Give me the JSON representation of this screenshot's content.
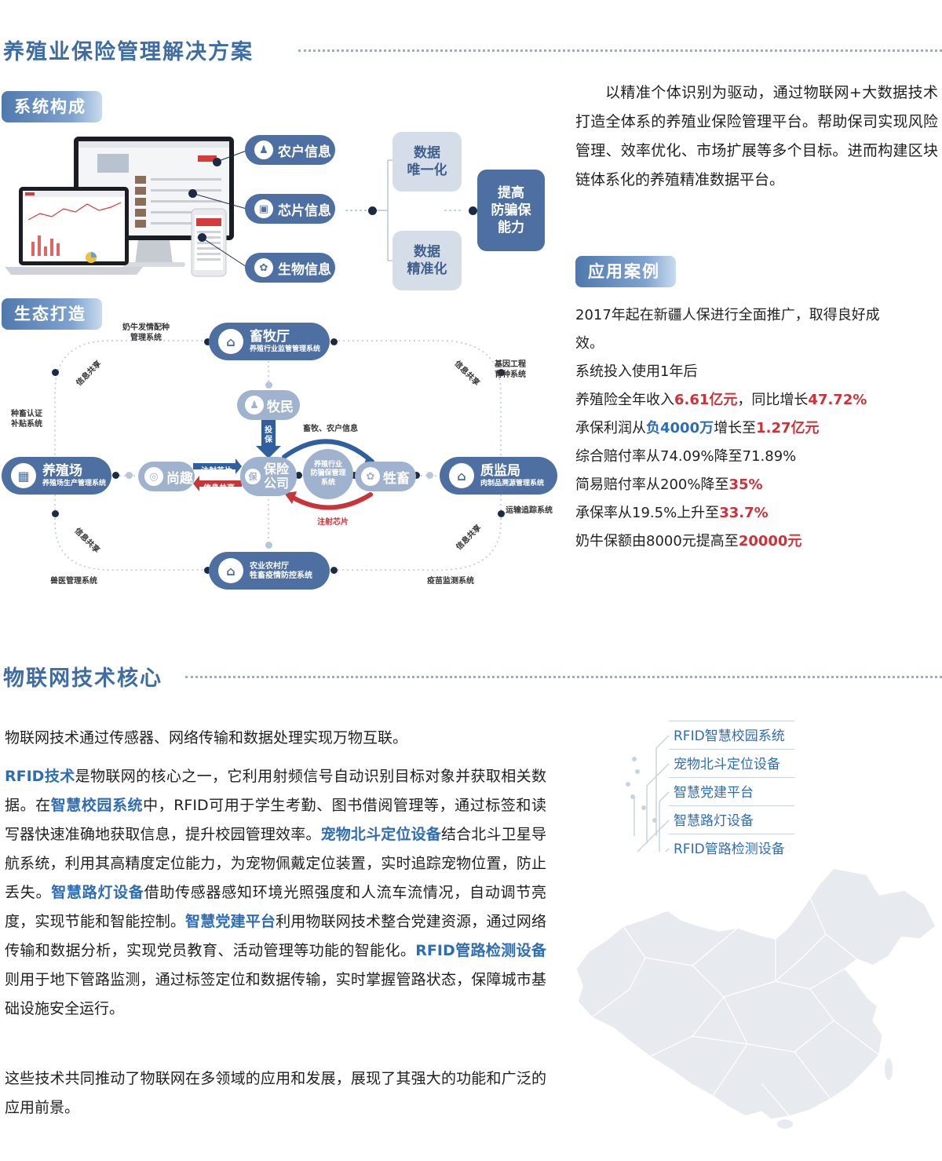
{
  "section1": {
    "title": "养殖业保险管理解决方案",
    "tag_system": "系统构成",
    "tag_eco": "生态打造",
    "tag_cases": "应用案例",
    "pills": {
      "farmer": "农户信息",
      "chip": "芯片信息",
      "bio": "生物信息"
    },
    "data_unique": "数据\n唯一化",
    "data_precise": "数据\n精准化",
    "anti_fraud": "提高\n防骗保\n能力",
    "intro": "以精准个体识别为驱动，通过物联网+大数据技术打造全体系的养殖业保险管理平台。帮助保司实现风险管理、效率优化、市场扩展等多个目标。进而构建区块链体系化的养殖精准数据平台。"
  },
  "eco": {
    "xumu_title": "畜牧厅",
    "xumu_sub": "养殖行业监管管理系统",
    "nong_title": "农业农村厅",
    "nong_sub": "牲畜疫情防控系统",
    "yangzhi_title": "养殖场",
    "yangzhi_sub": "养殖场生产管理系统",
    "zhijian_title": "质监局",
    "zhijian_sub": "肉制品溯源管理系统",
    "shangqu": "尚趣",
    "muming": "牧民",
    "baoxian": "保险\n公司",
    "shengchu": "牲畜",
    "center": "养殖行业\n防骗保管理\n系统",
    "toubao": "投\n保",
    "xumu_nonghu": "畜牧、农户信息",
    "zhushe_top": "注射芯片",
    "xinxi_bottom": "信息共享",
    "zhushe_red": "注射芯片",
    "share_tl": "信息共享",
    "share_tr": "信息共享",
    "share_bl": "信息共享",
    "share_br": "信息共享",
    "lbl_cow": "奶牛发情配种\n管理系统",
    "lbl_gene": "基因工程\n育种系统",
    "lbl_breed": "种畜认证\n补贴系统",
    "lbl_transport": "运输追踪系统",
    "lbl_vet": "兽医管理系统",
    "lbl_vaccine": "疫苗监测系统",
    "badge_bao": "保"
  },
  "cases": {
    "l1": "2017年起在新疆人保进行全面推广，取得良好成",
    "l2": "效。",
    "l3": "系统投入使用1年后",
    "l4a": "养殖险全年收入",
    "l4b": "6.61亿元",
    "l4c": "，同比增长",
    "l4d": "47.72%",
    "l5a": "承保利润从",
    "l5b": "负4000万",
    "l5c": "增长至",
    "l5d": "1.27亿元",
    "l6": "综合赔付率从74.09%降至71.89%",
    "l7a": "简易赔付率从200%降至",
    "l7b": "35%",
    "l8a": "承保率从19.5%上升至",
    "l8b": "33.7%",
    "l9a": "奶牛保额由8000元提高至",
    "l9b": "20000元"
  },
  "section2": {
    "title": "物联网技术核心",
    "p1": "物联网技术通过传感器、网络传输和数据处理实现万物互联。",
    "p2": [
      {
        "t": "RFID技术",
        "h": true
      },
      {
        "t": "是物联网的核心之一，它利用射频信号自动识别目标对象并获取相关数据。在",
        "h": false
      },
      {
        "t": "智慧校园系统",
        "h": true
      },
      {
        "t": "中，RFID可用于学生考勤、图书借阅管理等，通过标签和读写器快速准确地获取信息，提升校园管理效率。",
        "h": false
      },
      {
        "t": "宠物北斗定位设备",
        "h": true
      },
      {
        "t": "结合北斗卫星导航系统，利用其高精度定位能力，为宠物佩戴定位装置，实时追踪宠物位置，防止丢失。",
        "h": false
      },
      {
        "t": "智慧路灯设备",
        "h": true
      },
      {
        "t": "借助传感器感知环境光照强度和人流车流情况，自动调节亮度，实现节能和智能控制。",
        "h": false
      },
      {
        "t": "智慧党建平台",
        "h": true
      },
      {
        "t": "利用物联网技术整合党建资源，通过网络传输和数据分析，实现党员教育、活动管理等功能的智能化。",
        "h": false
      },
      {
        "t": "RFID管路检测设备",
        "h": true
      },
      {
        "t": "则用于地下管路监测，通过标签定位和数据传输，实时掌握管路状态，保障城市基础设施安全运行。",
        "h": false
      }
    ],
    "p3": "这些技术共同推动了物联网在多领域的应用和发展，展现了其强大的功能和广泛的应用前景。",
    "list": [
      "RFID智慧校园系统",
      "宠物北斗定位设备",
      "智慧党建平台",
      "智慧路灯设备",
      "RFID管路检测设备"
    ]
  },
  "colors": {
    "primary": "#4d6fa1",
    "light_box": "#d5dde8",
    "highlight_red": "#c8343a",
    "highlight_blue": "#2f6db3"
  }
}
